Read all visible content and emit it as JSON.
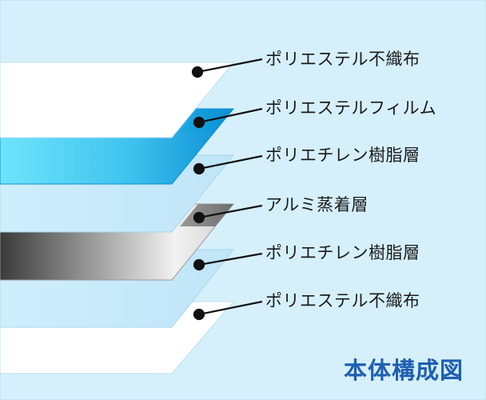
{
  "title": "本体構成図",
  "layers": [
    {
      "label": "ポリエステル不織布"
    },
    {
      "label": "ポリエステルフィルム"
    },
    {
      "label": "ポリエチレン樹脂層"
    },
    {
      "label": "アルミ蒸着層"
    },
    {
      "label": "ポリエチレン樹脂層"
    },
    {
      "label": "ポリエステル不織布"
    }
  ]
}
